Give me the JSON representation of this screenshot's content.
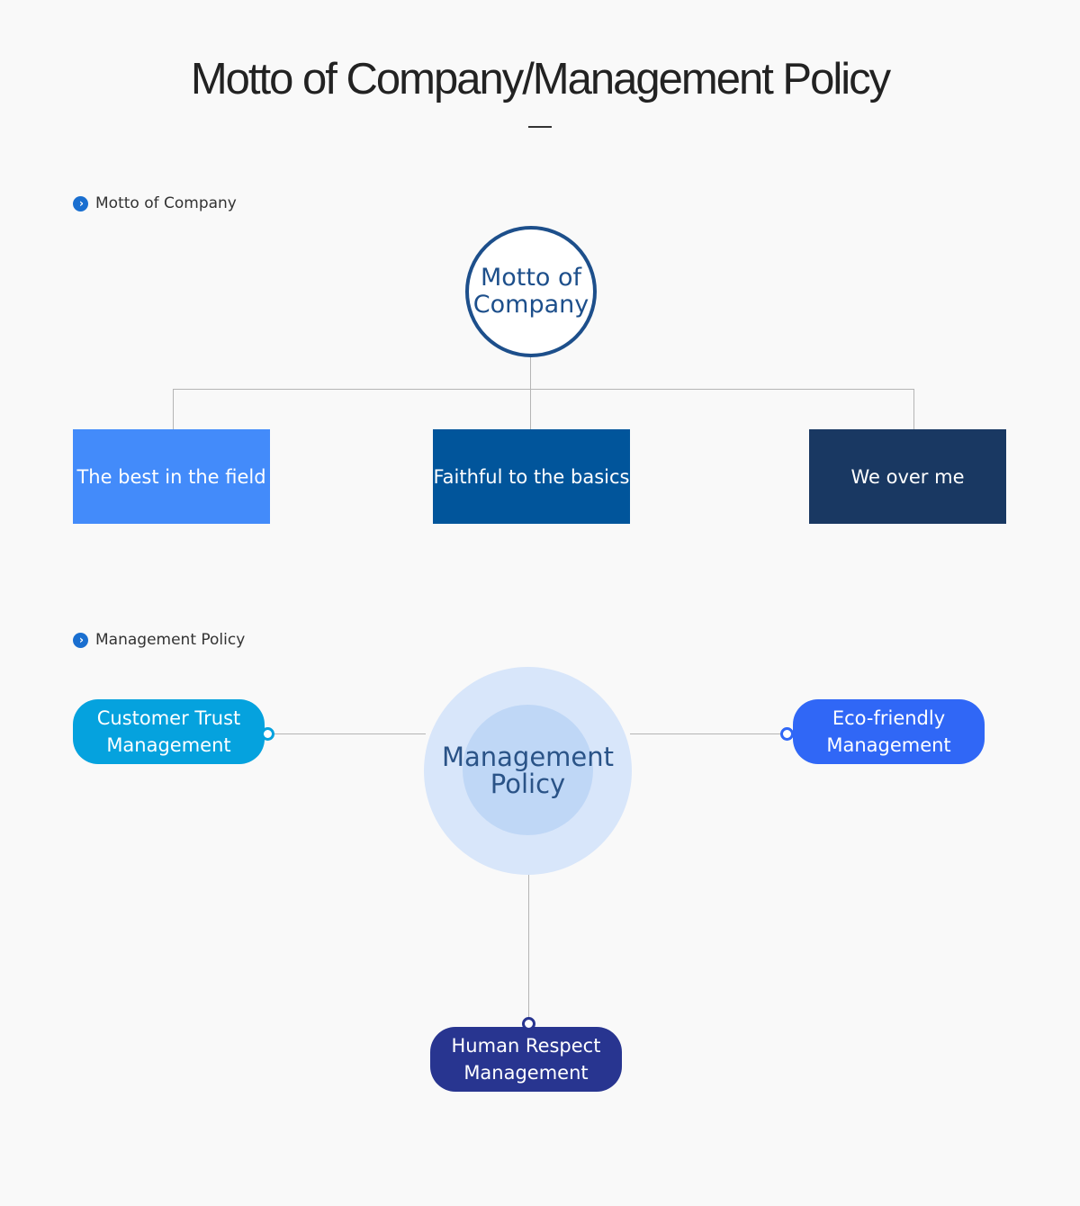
{
  "page": {
    "title": "Motto of Company/Management Policy"
  },
  "sections": {
    "motto_heading": "Motto of Company",
    "policy_heading": "Management Policy"
  },
  "motto": {
    "center_line1": "Motto of",
    "center_line2": "Company",
    "values": [
      {
        "label": "The best in the field",
        "color": "#438bfa"
      },
      {
        "label": "Faithful to the basics",
        "color": "#01559b"
      },
      {
        "label": "We over me",
        "color": "#193862"
      }
    ]
  },
  "policy": {
    "center_line1": "Management",
    "center_line2": "Policy",
    "items": [
      {
        "line1": "Customer Trust",
        "line2": "Management",
        "color": "#05a2de"
      },
      {
        "line1": "Eco-friendly",
        "line2": "Management",
        "color": "#3067f6"
      },
      {
        "line1": "Human Respect",
        "line2": "Management",
        "color": "#283590"
      }
    ]
  },
  "icons": {
    "section_bullet": "chevron-right-circle-icon",
    "bullet_glyph": "›"
  },
  "colors": {
    "accent": "#1a6fd0",
    "motto_ring": "#1d4f8b",
    "policy_outer": "#d8e6fa",
    "policy_inner": "#bfd7f6",
    "connector": "#b5b5b5"
  }
}
